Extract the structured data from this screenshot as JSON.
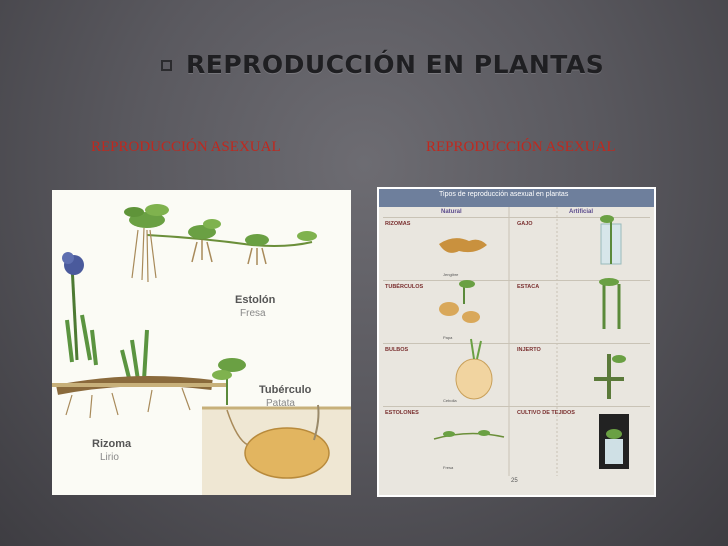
{
  "slide": {
    "title": "REPRODUCCIÓN EN PLANTAS",
    "subtitle_left": "REPRODUCCIÓN ASEXUAL",
    "subtitle_right": "REPRODUCCIÓN ASEXUAL"
  },
  "left_illustration": {
    "labels": [
      {
        "main": "Estolón",
        "sub": "Fresa"
      },
      {
        "main": "Tubérculo",
        "sub": "Patata"
      },
      {
        "main": "Rizoma",
        "sub": "Lirio"
      }
    ]
  },
  "right_table": {
    "title": "Tipos de reproducción asexual en plantas",
    "col_natural": "Natural",
    "col_artificial": "Artificial",
    "rows": [
      {
        "left_title": "RIZOMAS",
        "left_caption": "Jengibre",
        "right_title": "GAJO"
      },
      {
        "left_title": "TUBÉRCULOS",
        "left_caption": "Papa",
        "right_title": "ESTACA"
      },
      {
        "left_title": "BULBOS",
        "left_caption": "Cebolla",
        "right_title": "INJERTO"
      },
      {
        "left_title": "ESTOLONES",
        "left_caption": "Fresa",
        "right_title": "CULTIVO DE TEJIDOS"
      }
    ],
    "page_number": "25"
  },
  "colors": {
    "title": "#1f1f22",
    "subtitle": "#c0281e",
    "background": "#5a595f"
  }
}
